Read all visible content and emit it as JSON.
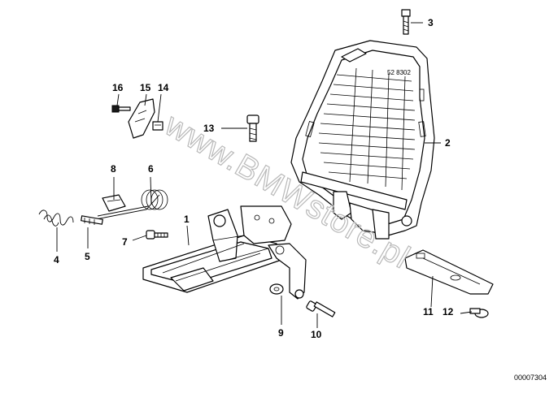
{
  "diagram": {
    "watermark": "www.BMWstore.pl",
    "inline_label": "52 8302",
    "doc_number": "00007304",
    "callouts": [
      {
        "id": "c1",
        "text": "1"
      },
      {
        "id": "c2",
        "text": "2"
      },
      {
        "id": "c3",
        "text": "3"
      },
      {
        "id": "c4",
        "text": "4"
      },
      {
        "id": "c5",
        "text": "5"
      },
      {
        "id": "c6",
        "text": "6"
      },
      {
        "id": "c7",
        "text": "7"
      },
      {
        "id": "c8",
        "text": "8"
      },
      {
        "id": "c9",
        "text": "9"
      },
      {
        "id": "c10",
        "text": "10"
      },
      {
        "id": "c11",
        "text": "11"
      },
      {
        "id": "c12",
        "text": "12"
      },
      {
        "id": "c13",
        "text": "13"
      },
      {
        "id": "c14",
        "text": "14"
      },
      {
        "id": "c15",
        "text": "15"
      },
      {
        "id": "c16",
        "text": "16"
      }
    ]
  }
}
